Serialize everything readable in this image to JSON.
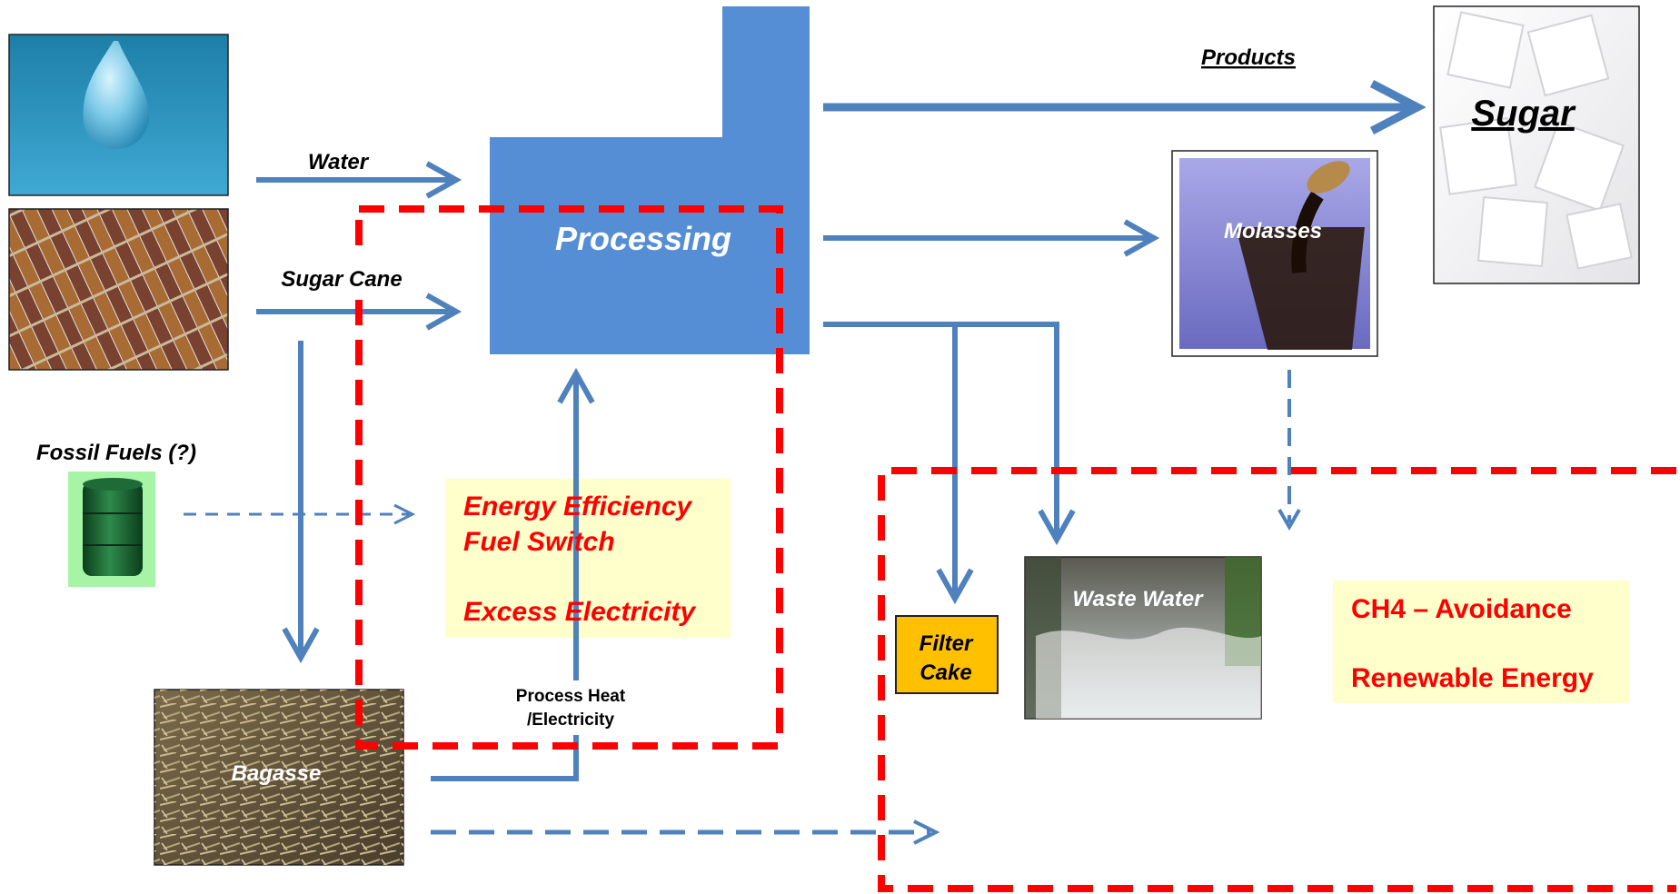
{
  "labels": {
    "water": "Water",
    "sugar_cane": "Sugar Cane",
    "fossil_fuels": "Fossil Fuels (?)",
    "processing": "Processing",
    "products": "Products",
    "sugar": "Sugar",
    "molasses": "Molasses",
    "bagasse": "Bagasse",
    "process_heat_line1": "Process Heat",
    "process_heat_line2": "/Electricity",
    "filter_cake_line1": "Filter",
    "filter_cake_line2": "Cake",
    "waste_water": "Waste Water"
  },
  "measures_left": {
    "line1": "Energy Efficiency",
    "line2": "Fuel Switch",
    "line3": "Excess Electricity"
  },
  "measures_right": {
    "line1": "CH4 – Avoidance",
    "line2": "Renewable Energy"
  },
  "colors": {
    "flow_arrow": "#4f81bd",
    "factory": "#558ed5",
    "boundary": "#ff0000",
    "measure_text": "#ff0000",
    "measure_box": "#ffffcc",
    "filter_cake_box": "#ffc000"
  },
  "icons": {
    "water": "water-drop-photo",
    "sugar_cane": "sugar-cane-photo",
    "fossil_fuels": "oil-barrel-icon",
    "sugar": "sugar-cubes-photo",
    "molasses": "molasses-spoon-photo",
    "bagasse": "bagasse-photo",
    "waste_water": "waste-water-photo"
  }
}
